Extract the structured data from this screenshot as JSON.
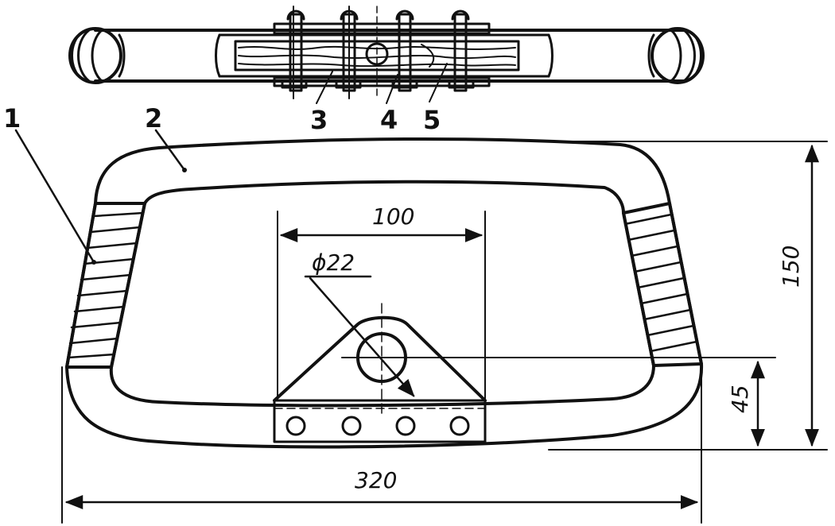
{
  "callouts": {
    "c1": "1",
    "c2": "2",
    "c3": "3",
    "c4": "4",
    "c5": "5"
  },
  "dimensions": {
    "bolt_spacing": "100",
    "hole_diameter": "ϕ22",
    "height": "150",
    "bracket_height": "45",
    "width": "320"
  },
  "colors": {
    "ink": "#111111",
    "background": "#ffffff"
  }
}
